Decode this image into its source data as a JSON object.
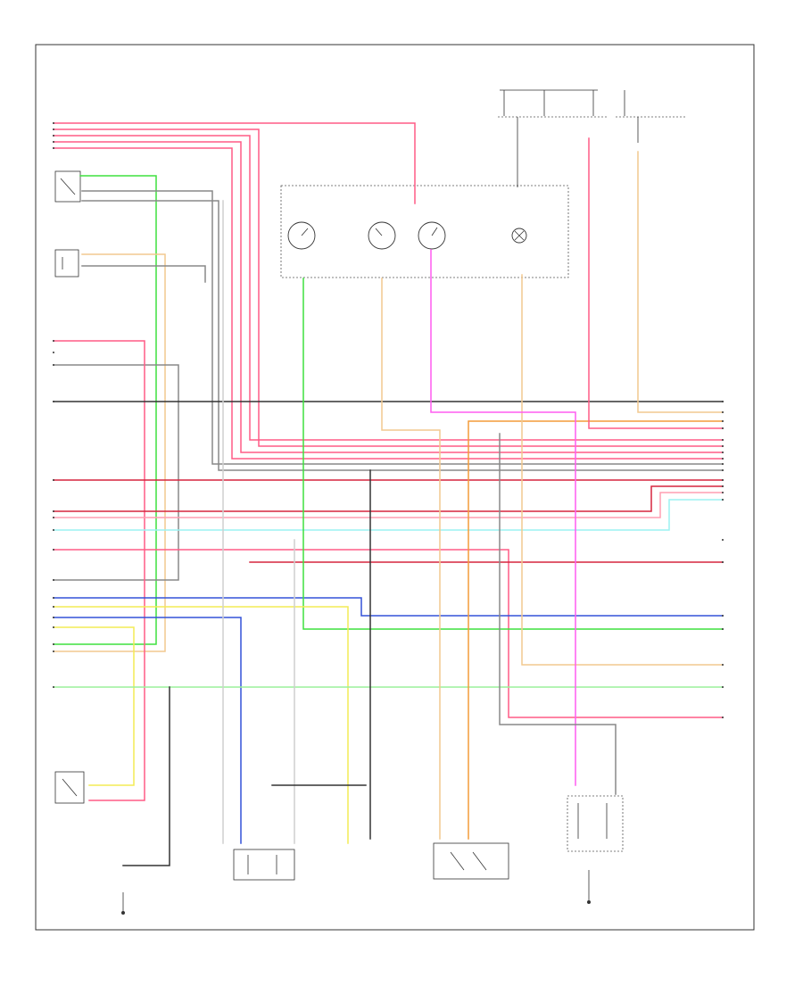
{
  "diagram": {
    "page_label": "",
    "colors": {
      "pink": "#ff5b86",
      "red": "#d6253e",
      "light_pink": "#ff9db2",
      "green": "#3fe03f",
      "light_green": "#9cf09c",
      "blue": "#3452d8",
      "yellow": "#f4ec55",
      "orange": "#f49b3a",
      "tan": "#f2c98f",
      "magenta": "#ff5cf0",
      "cyan": "#9cf2f2",
      "gray": "#888888",
      "dark": "#333333",
      "light_gray": "#cfcfcf"
    },
    "components": [
      {
        "id": "fuel-level-sender",
        "icon": "sensor-icon"
      },
      {
        "id": "speedometer-gauge",
        "icon": "gauge-icon"
      },
      {
        "id": "tachometer-gauge",
        "icon": "gauge-icon"
      },
      {
        "id": "fuel-gauge",
        "icon": "gauge-icon"
      },
      {
        "id": "brake-indicator",
        "icon": "lamp-icon"
      },
      {
        "id": "fuel-pump-module",
        "icon": "motor-icon"
      },
      {
        "id": "fuel-sender-switch",
        "icon": "switch-icon"
      },
      {
        "id": "ground-left",
        "icon": "ground-icon"
      },
      {
        "id": "ground-right",
        "icon": "ground-icon"
      }
    ]
  }
}
